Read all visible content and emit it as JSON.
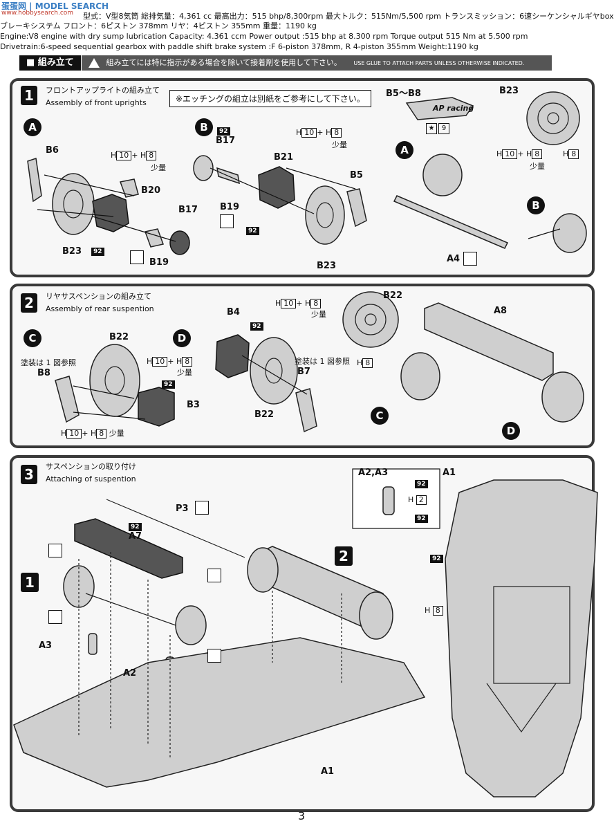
{
  "watermark": {
    "text": "蛋蛋网 | MODEL SEARCH",
    "sub": "www.hobbysearch.com"
  },
  "specs": {
    "jp_line1_a": "型式：V型8気筒  総排気量：4,361 cc  最高出力：515 bhp/8,300rpm  最大トルク：515Nm/5,500 rpm  トランスミッション：6速シーケンシャルギヤbox",
    "jp_line2": "ブレーキシステム  フロント：6ピストン 378mm  リヤ：4ピストン 355mm  重量：1190 kg",
    "en_line1": "Engine:V8 engine with dry sump lubrication  Capacity: 4.361 ccm  Power output :515 bhp at 8.300 rpm  Torque output 515 Nm at 5.500 rpm",
    "en_line2": "Drivetrain:6-speed sequential gearbox with paddle shift  brake system :F 6-piston 378mm, R 4-piston  355mm  Weight:1190 kg"
  },
  "assembly_bar": {
    "label": "■ 組み立て",
    "warning_jp": "組み立てには特に指示がある場合を除いて接着剤を使用して下さい。",
    "warning_en": "USE GLUE TO ATTACH PARTS UNLESS OTHERWISE INDICATED."
  },
  "step1": {
    "number": "1",
    "title_jp": "フロントアップライトの組み立て",
    "title_en": "Assembly of front uprights",
    "note": "※エッチングの組立は別紙をご参考にして下さい。",
    "labels": {
      "A": "A",
      "B": "B",
      "B6": "B6",
      "B20": "B20",
      "B17a": "B17",
      "B19a": "B19",
      "B23a": "B23",
      "B17b": "B17",
      "B21": "B21",
      "B5": "B5",
      "B19b": "B19",
      "B23b": "B23",
      "B5B8": "B5〜B8",
      "B23c": "B23",
      "A4": "A4",
      "c92": "92",
      "star9": "9",
      "brand": "AP racing"
    },
    "h_notes": {
      "h_a": "H",
      "n10": "10",
      "plus": "+ H",
      "n8": "8",
      "shouryo": "少量"
    }
  },
  "step2": {
    "number": "2",
    "title_jp": "リヤサスペンションの組み立て",
    "title_en": "Assembly of rear suspention",
    "labels": {
      "C": "C",
      "D": "D",
      "B22a": "B22",
      "B8": "B8",
      "B3": "B3",
      "B4": "B4",
      "B22b": "B22",
      "B7": "B7",
      "B22c": "B22",
      "A8": "A8",
      "c92": "92",
      "paint1": "塗装は 1 図参照",
      "paint2": "塗装は 1 図参照"
    }
  },
  "step3": {
    "number": "3",
    "title_jp": "サスペンションの取り付け",
    "title_en": "Attaching of suspention",
    "labels": {
      "P3": "P3",
      "A7": "A7",
      "A3": "A3",
      "A2": "A2",
      "A1a": "A1",
      "A1b": "A1",
      "A2A3": "A2,A3",
      "c92": "92",
      "H": "H",
      "n2": "2",
      "n8": "8",
      "step1ref": "1",
      "step2ref": "2"
    }
  },
  "page_number": "3"
}
